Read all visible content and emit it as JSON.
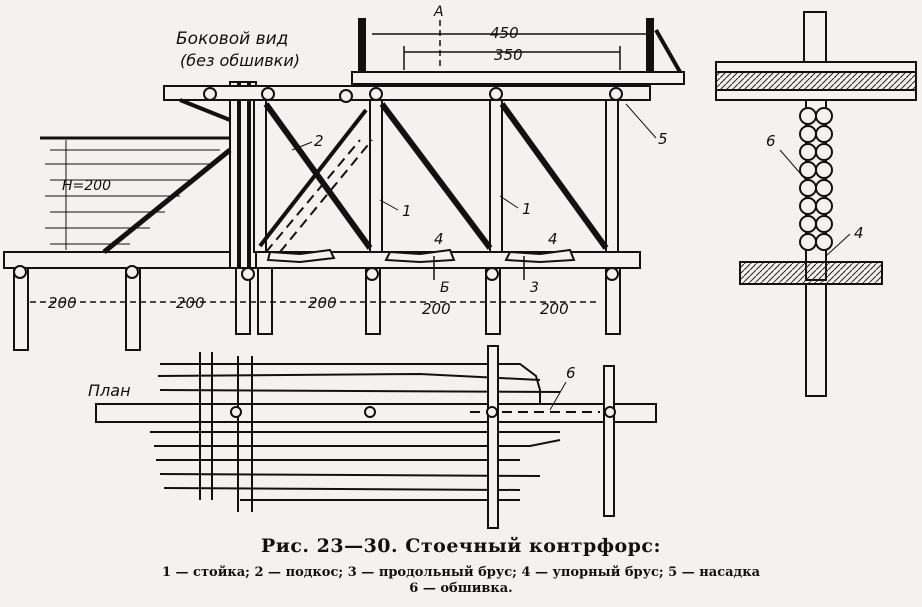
{
  "labels": {
    "side_view": "Боковой вид",
    "side_view_note": "(без обшивки)",
    "plan": "План",
    "water_depth": "H=200",
    "dim_450": "450",
    "dim_350": "350",
    "spacing": [
      "200",
      "200",
      "200",
      "200",
      "200"
    ],
    "section_a": "A",
    "section_b": "Б",
    "mark_1a": "1",
    "mark_1b": "1",
    "mark_2": "2",
    "mark_3": "3",
    "mark_4a": "4",
    "mark_4b": "4",
    "mark_5": "5",
    "mark_6_section": "6",
    "mark_4_section": "4",
    "mark_6_plan": "6"
  },
  "caption": {
    "title": "Рис. 23—30. Стоечный контрфорс:",
    "legend_line1": "1 — стойка;   2 — подкос;   3 — продольный   брус;   4 — упорный   брус;   5 — насадка",
    "legend_line2": "6 — обшивка."
  }
}
